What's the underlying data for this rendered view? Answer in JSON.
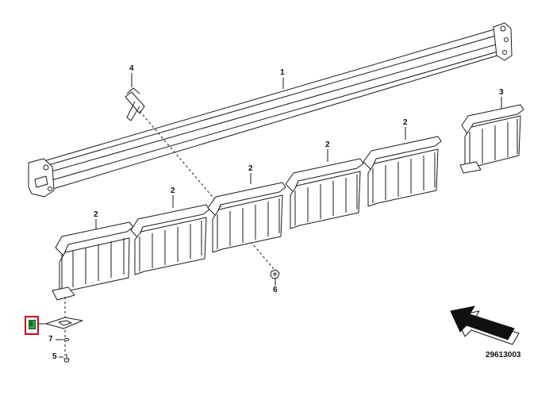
{
  "callouts": {
    "c1": "1",
    "c2a": "2",
    "c2b": "2",
    "c2c": "2",
    "c2d": "2",
    "c2e": "2",
    "c3": "3",
    "c4": "4",
    "c5": "5",
    "c6": "6",
    "c7": "7",
    "c8": "8"
  },
  "diagram_ref": "29613003",
  "colors": {
    "line": "#1a1a1a",
    "highlight": "#d0021b",
    "chip": "#2aa84a",
    "fill": "#ffffff"
  },
  "icons": {
    "direction": "travel-direction-arrow-icon",
    "highlight_chip": "selected-part-icon"
  }
}
